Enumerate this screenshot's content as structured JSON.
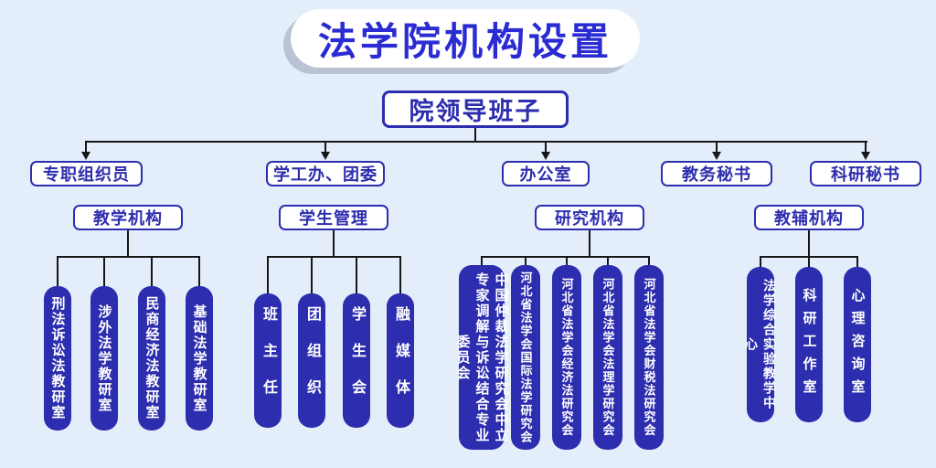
{
  "title": "法学院机构设置",
  "root": "院领导班子",
  "level2": [
    "专职组织员",
    "学工办、团委",
    "办公室",
    "教务秘书",
    "科研秘书"
  ],
  "groups": [
    {
      "header": "教学机构",
      "leaves": [
        "刑法诉讼法教研室",
        "涉外法学教研室",
        "民商经济法教研室",
        "基础法学教研室"
      ]
    },
    {
      "header": "学生管理",
      "leaves": [
        "班主任",
        "团组织",
        "学生会",
        "融媒体"
      ]
    },
    {
      "header": "研究机构",
      "leaves": [
        "中国仲裁法学研究会中立专家调解与诉讼结合专业委员会",
        "河北省法学会国际法学研究会",
        "河北省法学会经济法研究会",
        "河北省法学会法理学研究会",
        "河北省法学会财税法研究会"
      ]
    },
    {
      "header": "教辅机构",
      "leaves": [
        "法学综合实验教学中心",
        "科研工作室",
        "心理咨询室"
      ]
    }
  ],
  "colors": {
    "background": "#e4eefa",
    "primary": "#2d2daf",
    "title_text": "#2b2bd4",
    "line": "#161616",
    "leaf_text": "#ffffff"
  }
}
